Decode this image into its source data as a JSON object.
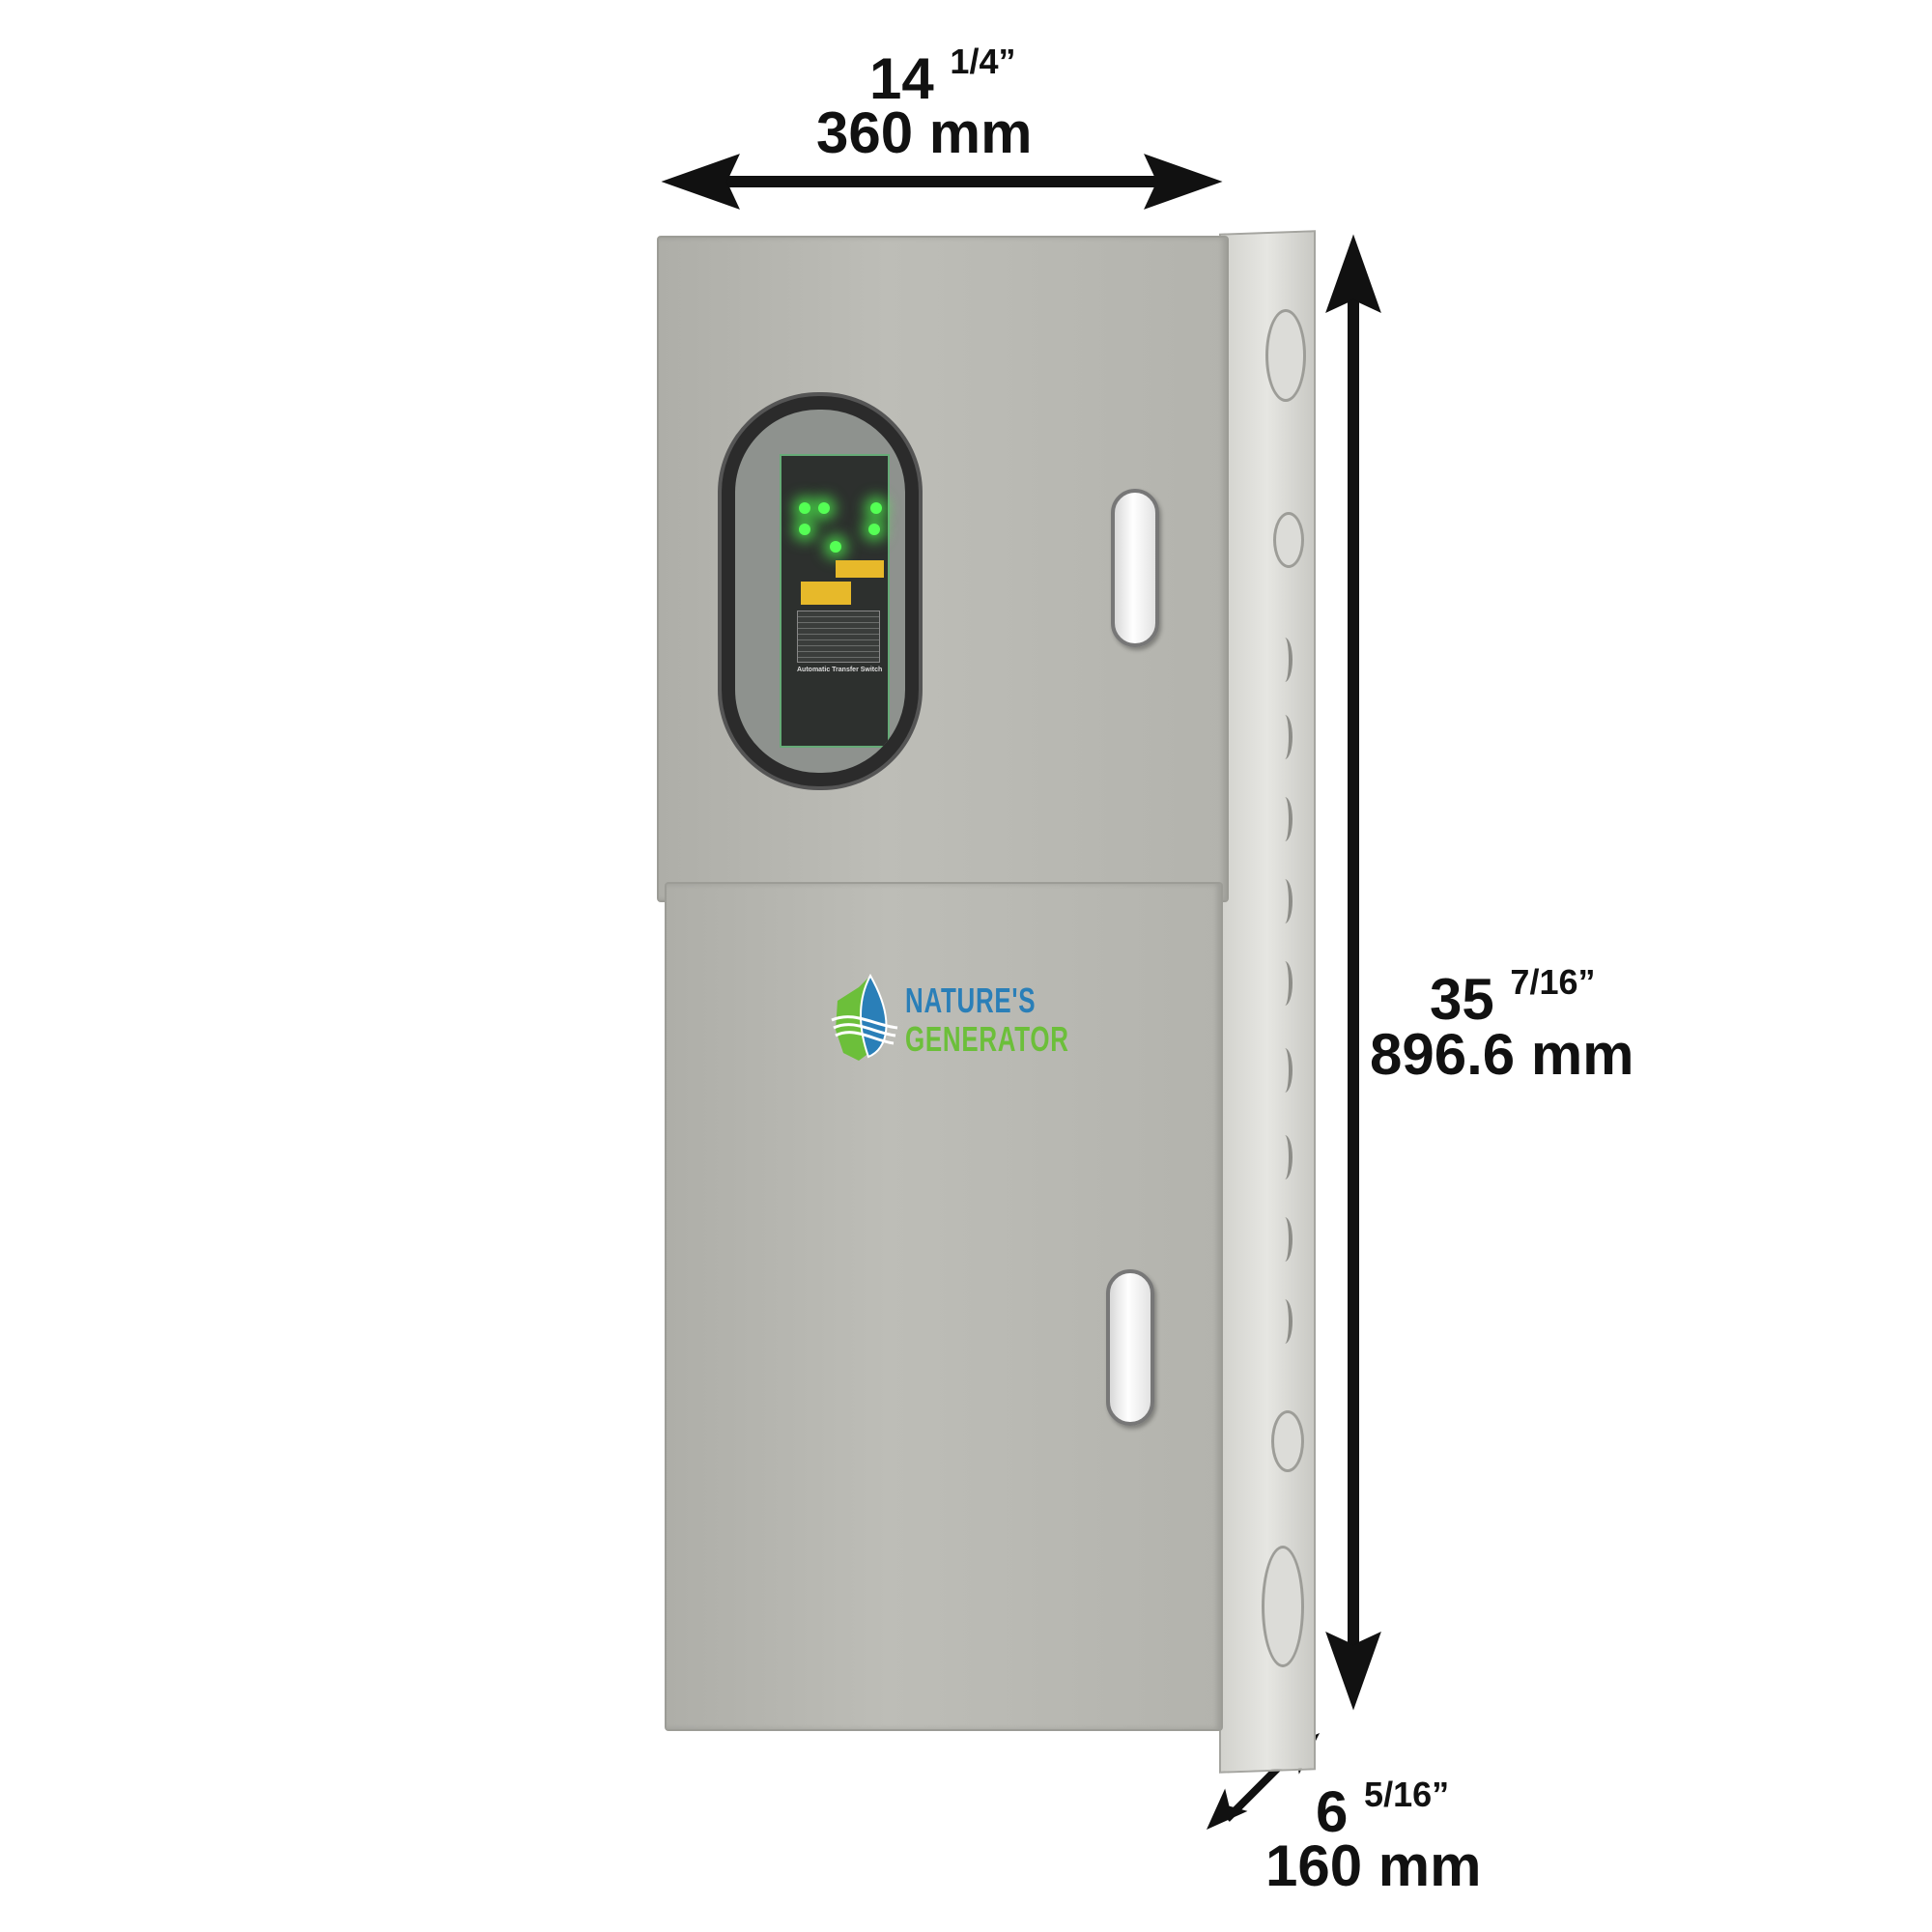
{
  "dimensions": {
    "width": {
      "whole": "14",
      "fraction": "1/4”",
      "metric": "360 mm"
    },
    "height": {
      "whole": "35",
      "fraction": "7/16”",
      "metric": "896.6 mm"
    },
    "depth": {
      "whole": "6",
      "fraction": "5/16”",
      "metric": "160 mm"
    }
  },
  "product": {
    "logo_line1": "NATURE'S",
    "logo_line2": "GENERATOR",
    "panel_title": "Automatic Transfer Switch"
  },
  "colors": {
    "enclosure": "#b6b6b0",
    "logo_blue": "#2a7fb8",
    "logo_green": "#6cbf3a",
    "led_green": "#55ff55"
  }
}
